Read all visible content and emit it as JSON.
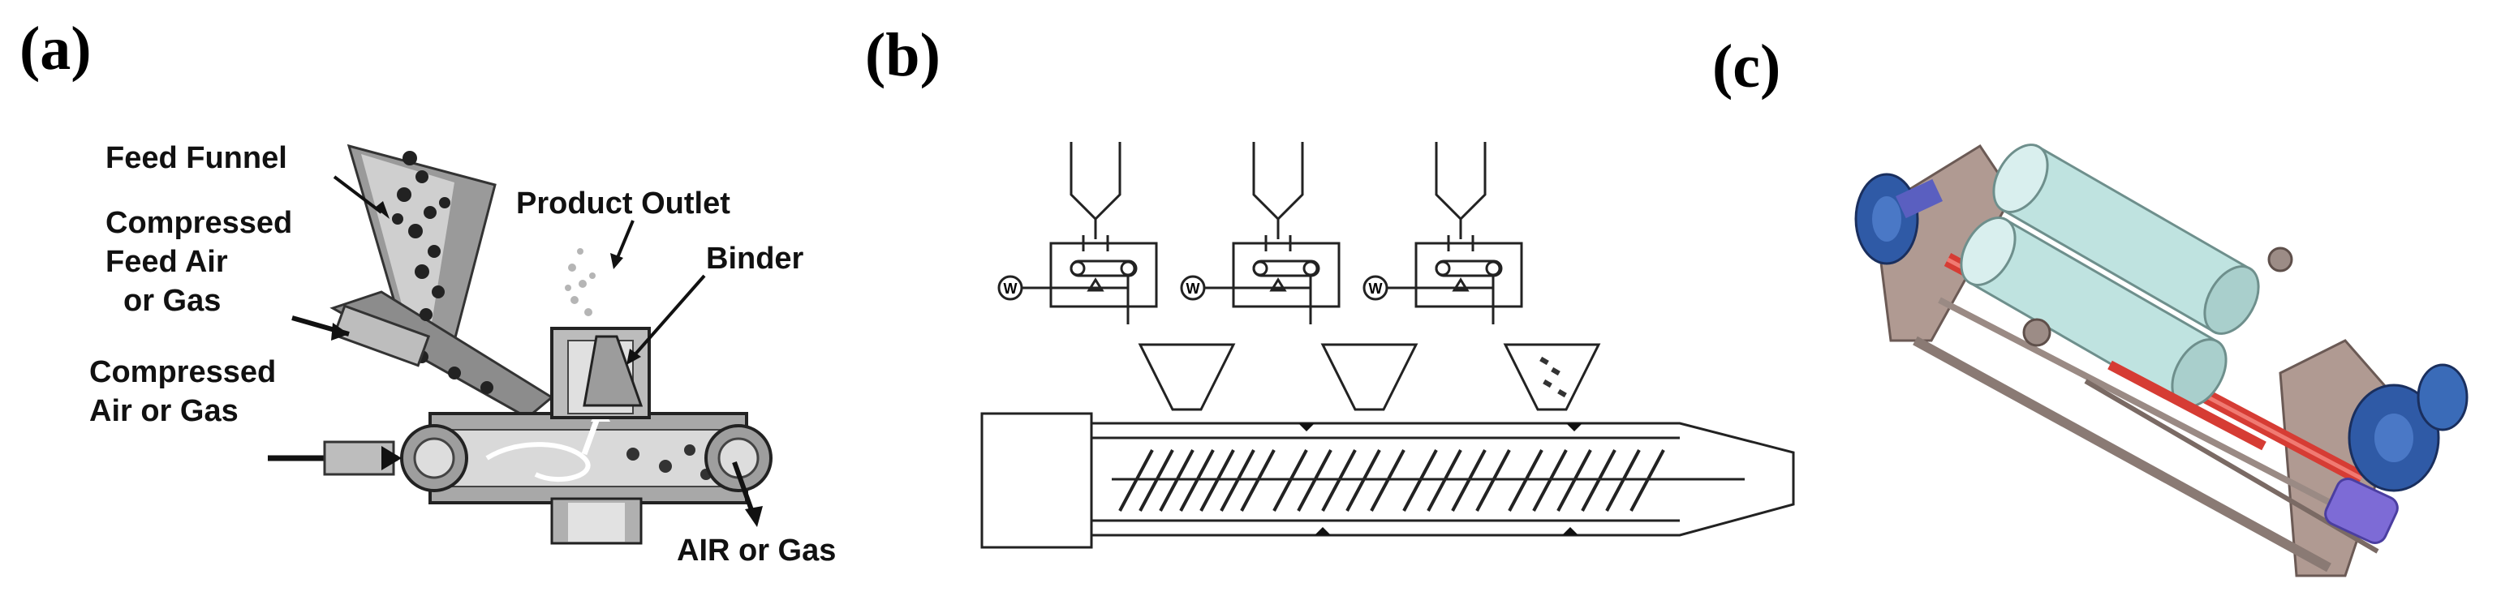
{
  "panels": [
    {
      "letter": "(a)"
    },
    {
      "letter": "(b)"
    },
    {
      "letter": "(c)"
    }
  ],
  "panel_a": {
    "labels": {
      "feed_funnel": "Feed Funnel",
      "compressed_feed_air_1": "Compressed",
      "compressed_feed_air_2": "Feed Air",
      "compressed_feed_air_3": "or Gas",
      "product_outlet": "Product Outlet",
      "binder": "Binder",
      "compressed_air_1": "Compressed",
      "compressed_air_2": "Air or Gas",
      "air_or_gas": "AIR or Gas"
    }
  },
  "panel_b": {
    "feeder_marker": "W"
  },
  "colors": {
    "roller_fill": "#bfe3e0",
    "frame": "#b09a92",
    "motor_blue": "#2f5aa6",
    "rod_red": "#d63c34",
    "gear_purple": "#7d6bd6"
  }
}
